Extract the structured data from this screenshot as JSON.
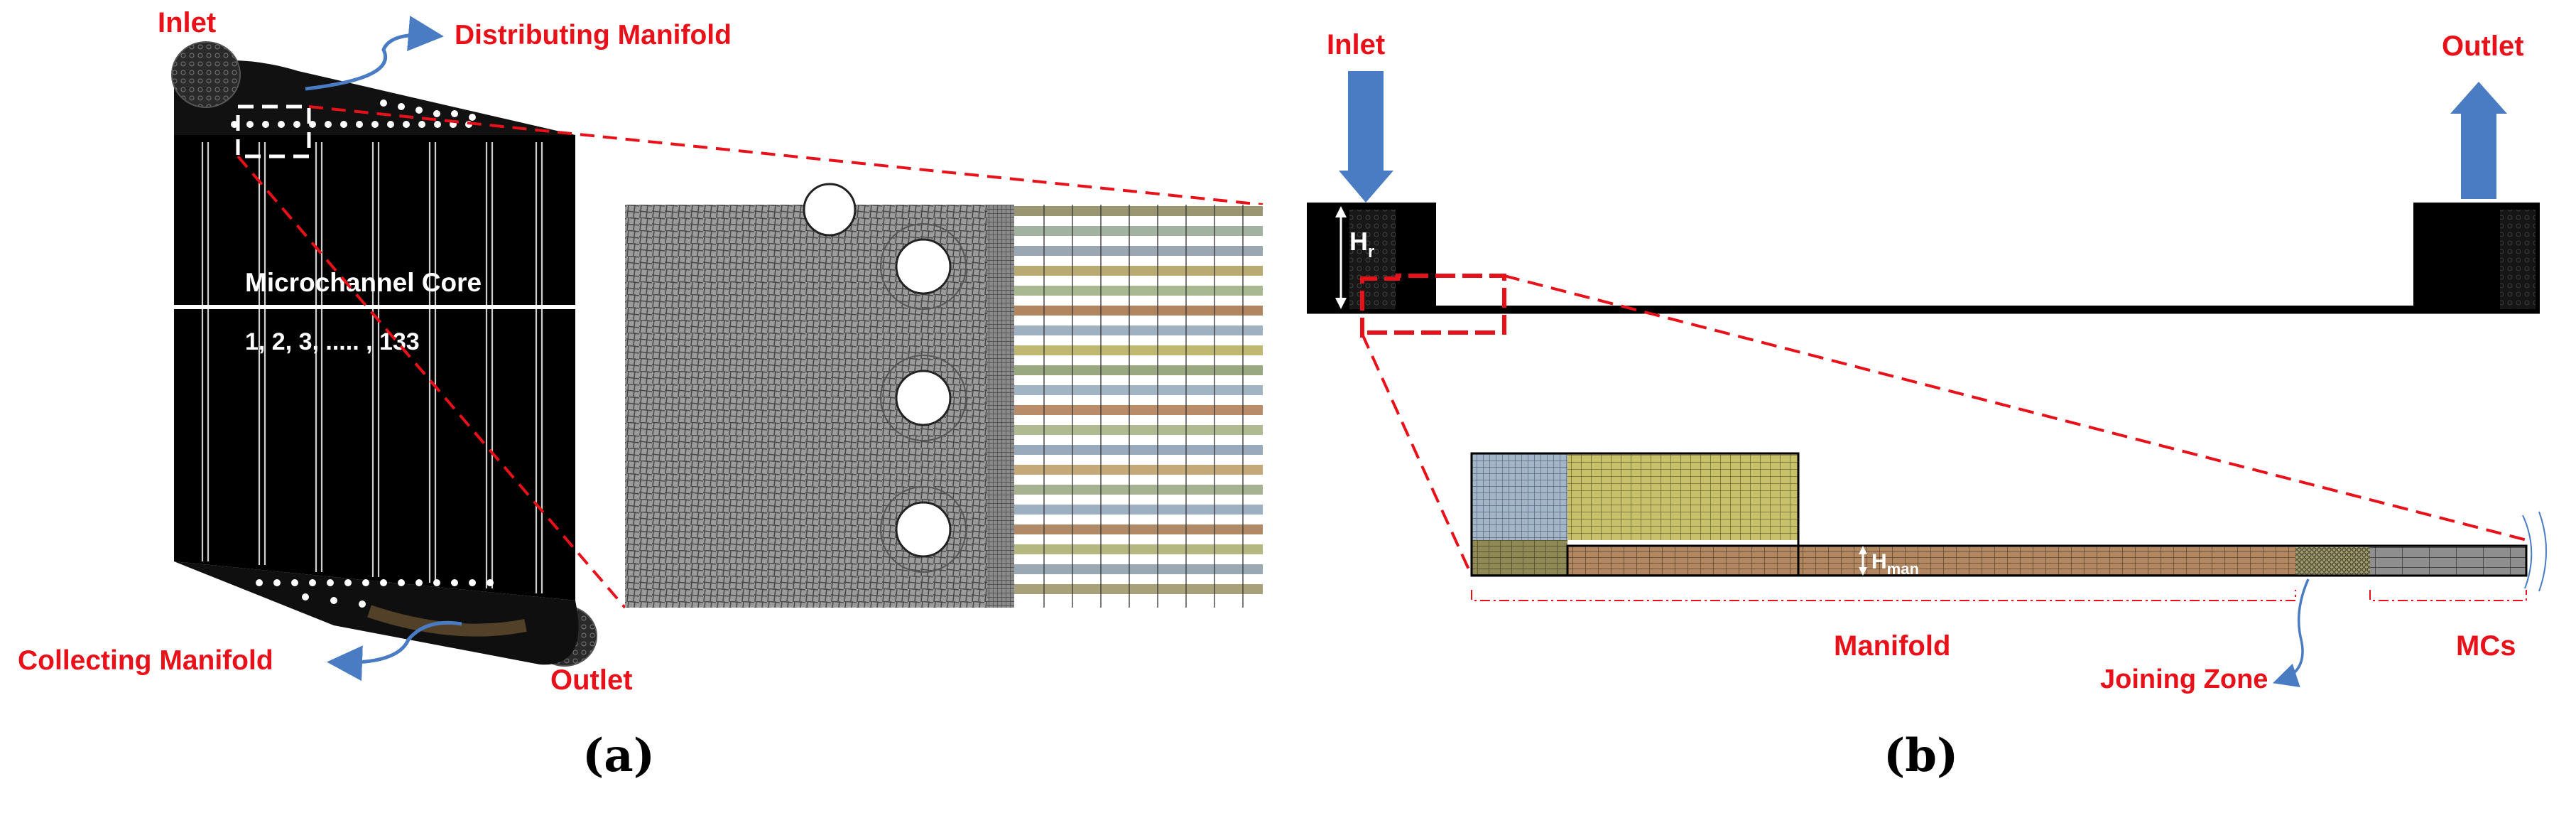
{
  "panel_a": {
    "inlet_label": "Inlet",
    "outlet_label": "Outlet",
    "distributing_label": "Distributing Manifold",
    "collecting_label": "Collecting Manifold",
    "core_label": "Microchannel Core",
    "channel_numbers": "1, 2, 3, ..... , 133",
    "caption": "(a)"
  },
  "panel_b": {
    "inlet_label": "Inlet",
    "outlet_label": "Outlet",
    "hr_main": "H",
    "hr_sub": "r",
    "hman_main": "H",
    "hman_sub": "man",
    "manifold_label": "Manifold",
    "joining_label": "Joining Zone",
    "mcs_label": "MCs",
    "caption": "(b)"
  },
  "colors": {
    "label_red": "#e8111a",
    "arrow_blue": "#4a7cc4",
    "leader_red": "#e8111a",
    "mesh_grey": "#9a9a9a",
    "mesh_yellow": "#c8c067",
    "mesh_brown": "#b08560",
    "mesh_blue": "#9fb4c9"
  }
}
